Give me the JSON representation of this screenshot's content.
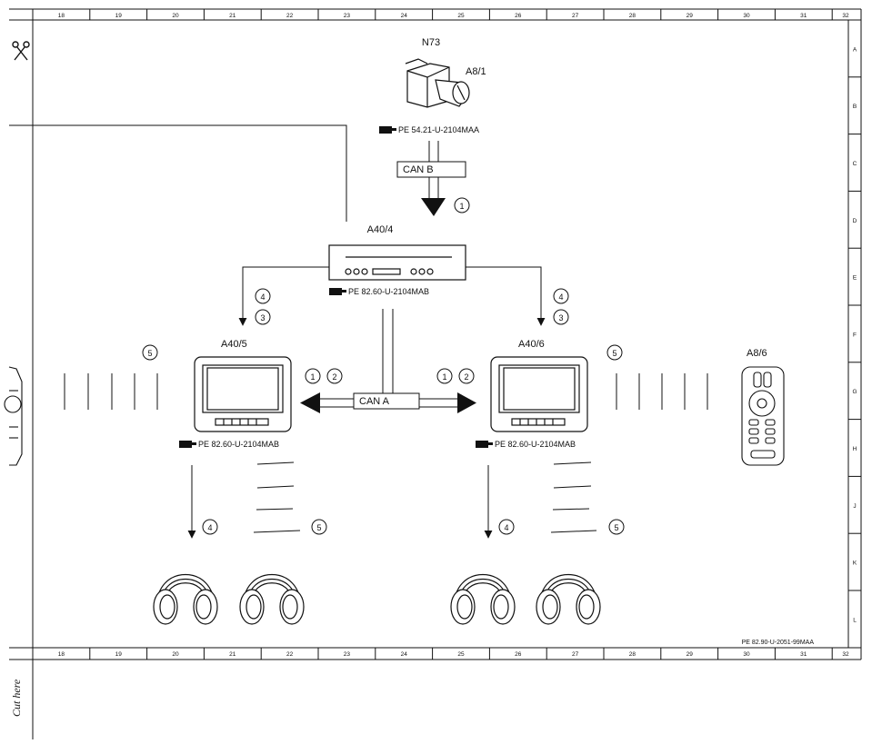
{
  "grid": {
    "columns": [
      "18",
      "19",
      "20",
      "21",
      "22",
      "23",
      "24",
      "25",
      "26",
      "27",
      "28",
      "29",
      "30",
      "31",
      "32"
    ],
    "rows": [
      "A",
      "B",
      "C",
      "D",
      "E",
      "F",
      "G",
      "H",
      "J",
      "K",
      "L"
    ]
  },
  "components": {
    "n73": {
      "name": "N73",
      "sub": "A8/1",
      "ref": "PE 54.21-U-2104MAA"
    },
    "a40_4": {
      "name": "A40/4",
      "ref": "PE 82.60-U-2104MAB"
    },
    "a40_5": {
      "name": "A40/5",
      "ref": "PE 82.60-U-2104MAB"
    },
    "a40_6": {
      "name": "A40/6",
      "ref": "PE 82.60-U-2104MAB"
    },
    "a8_6": {
      "name": "A8/6"
    }
  },
  "buses": {
    "can_b": "CAN B",
    "can_a": "CAN A"
  },
  "callouts": [
    "1",
    "2",
    "3",
    "4",
    "5"
  ],
  "doc_ref": "PE 82.90-U-2051-99MAA",
  "cut_text": "Cut here",
  "icons": [
    "scissors-icon",
    "manual-reference-icon",
    "headphones-icon",
    "remote-control-icon",
    "monitor-icon",
    "dvd-player-icon",
    "ignition-switch-icon"
  ]
}
